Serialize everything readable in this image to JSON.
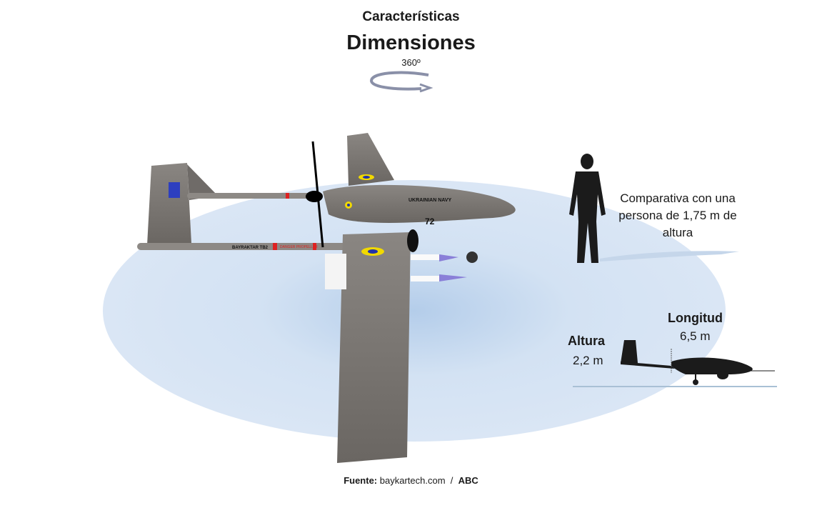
{
  "header": {
    "kicker": "Características",
    "title": "Dimensiones",
    "rotation_label": "360º"
  },
  "drone_markings": {
    "fuselage_text": "UKRAINIAN NAVY",
    "tail_number": "72",
    "boom_text": "BAYRAKTAR TB2",
    "warning_text": "DANGER PROPELLER"
  },
  "comparison": {
    "text": "Comparativa con una persona de 1,75 m de altura"
  },
  "dimensions": {
    "height_label": "Altura",
    "height_value": "2,2 m",
    "length_label": "Longitud",
    "length_value": "6,5 m"
  },
  "source": {
    "prefix": "Fuente:",
    "site": "baykartech.com",
    "separator": "/",
    "outlet": "ABC"
  },
  "colors": {
    "disc": "#d6e4f4",
    "drone": "#7a7673",
    "silhouette": "#1b1b1b",
    "rotate_arrow": "#8a90a8"
  }
}
